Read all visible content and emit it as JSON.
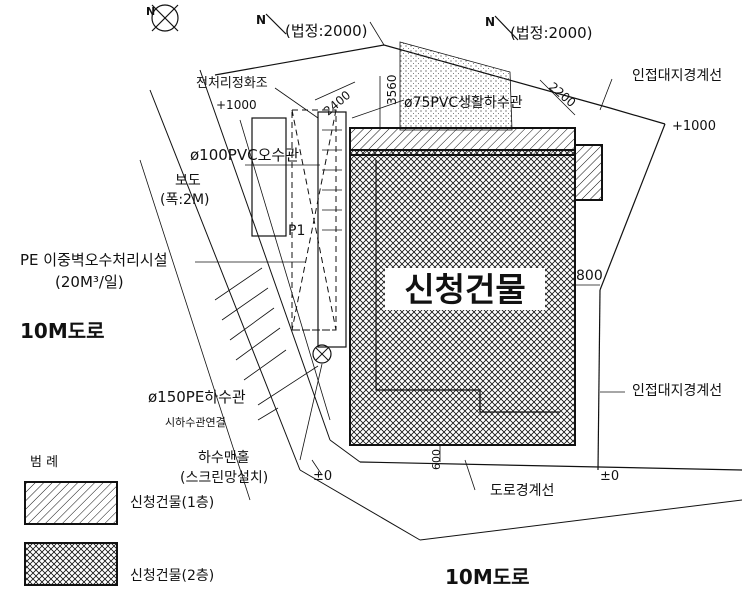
{
  "labels": {
    "legal_left": "(법정:2000)",
    "legal_right": "(법정:2000)",
    "pretreat": "전처리정화조",
    "plus1000_left": "+1000",
    "pvc75": "ø75PVC생활하수관",
    "pvc100": "ø100PVC오수관",
    "sidewalk": "보도",
    "sidewalk_width": "(폭:2M)",
    "p1": "P1",
    "pe_facility": "PE 이중벽오수처리시설",
    "pe_capacity": "(20M³/일)",
    "road_left": "10M도로",
    "pe150": "ø150PE하수관",
    "sewer_link": "시하수관연결",
    "manhole": "하수맨홀",
    "manhole_sub": "(스크린망설치)",
    "zero_left": "±0",
    "zero_right": "±0",
    "dim_600": "600",
    "road_boundary": "도로경계선",
    "adj_boundary_top": "인접대지경계선",
    "plus1000_right": "+1000",
    "adj_boundary_mid": "인접대지경계선",
    "dim_800": "800",
    "dim_2400": "2400",
    "dim_3560": "3560",
    "dim_2200": "2200",
    "building": "신청건물",
    "road_bottom": "10M도로"
  },
  "legend": {
    "title": "범 례",
    "items": [
      {
        "label": "신청건물(1층)",
        "pattern": "hatch-1"
      },
      {
        "label": "신청건물(2층)",
        "pattern": "hatch-2"
      }
    ]
  },
  "north": {
    "arrow_label": "N"
  }
}
